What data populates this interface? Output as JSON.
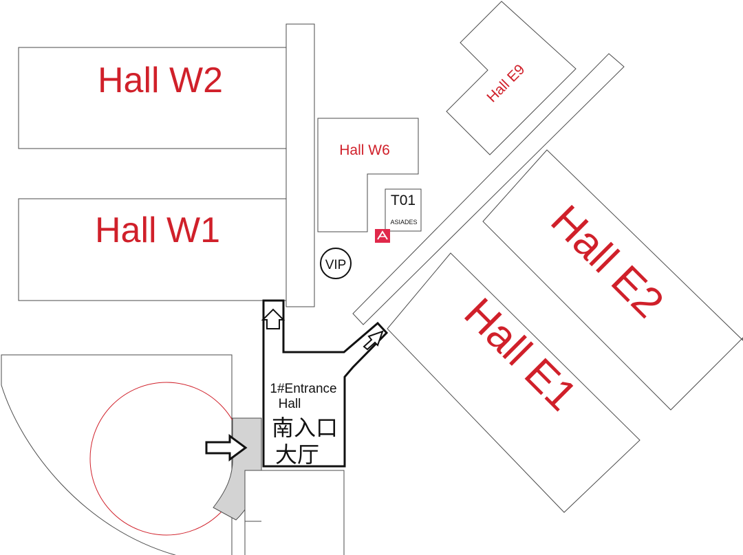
{
  "map": {
    "halls": {
      "w2": "Hall W2",
      "w1": "Hall W1",
      "w6": "Hall W6",
      "e9": "Hall E9",
      "e2": "Hall E2",
      "e1": "Hall E1"
    },
    "booth": {
      "code": "T01",
      "company": "ASIADES"
    },
    "vip": "VIP",
    "entrance": {
      "label_line1": "1#Entrance",
      "label_line2": "Hall",
      "cn_line1": "南入口",
      "cn_line2": "大厅"
    },
    "colors": {
      "hall_label": "#d0202a",
      "outline": "#4a4a4a",
      "walkway_fill": "#d3d3d3",
      "circle_stroke": "#d0202a",
      "logo": "#e0284a"
    },
    "icons": {
      "arrow": "entrance-arrow-icon",
      "logo": "asiades-logo-icon"
    }
  }
}
